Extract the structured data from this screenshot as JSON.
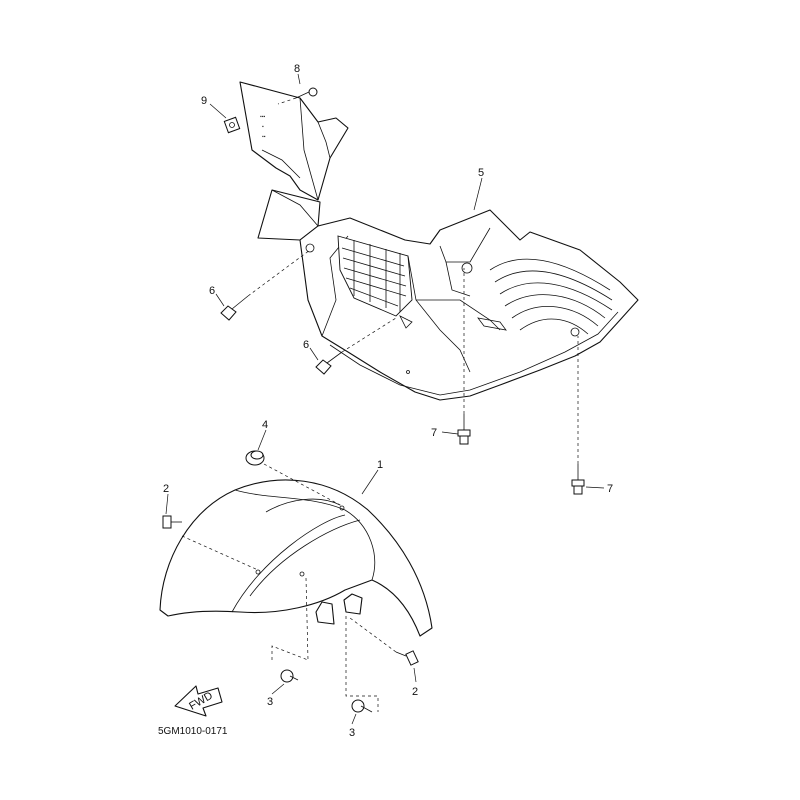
{
  "diagram": {
    "catalog_code": "5GM1010-0171",
    "fwd_label": "FWD",
    "callouts": {
      "c1": "1",
      "c2a": "2",
      "c2b": "2",
      "c3a": "3",
      "c3b": "3",
      "c4": "4",
      "c5": "5",
      "c6a": "6",
      "c6b": "6",
      "c7a": "7",
      "c7b": "7",
      "c8": "8",
      "c9": "9"
    }
  }
}
